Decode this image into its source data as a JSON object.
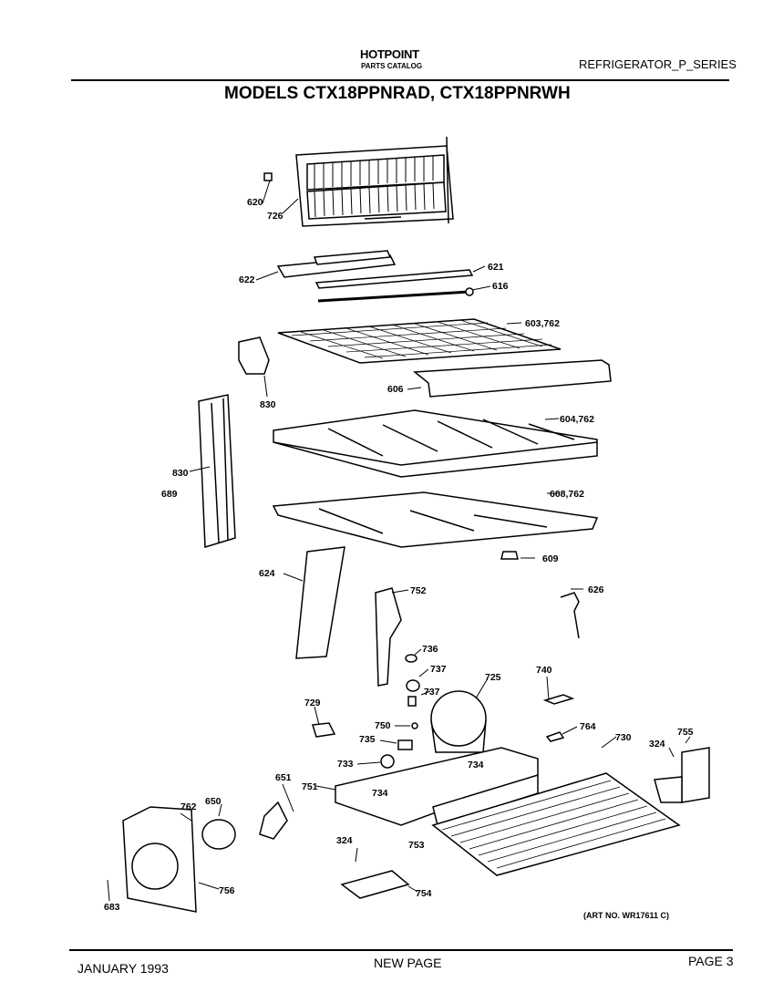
{
  "header": {
    "brand": "HOTPOINT",
    "sub_brand": "PARTS CATALOG",
    "series": "REFRIGERATOR_P_SERIES",
    "models_title": "MODELS CTX18PPNRAD, CTX18PPNRWH"
  },
  "art_number": "(ART NO. WR17611 C)",
  "footer": {
    "date": "JANUARY 1993",
    "note": "NEW PAGE",
    "page": "PAGE 3"
  },
  "part_labels": {
    "p620": "620",
    "p726": "726",
    "p622": "622",
    "p621": "621",
    "p616": "616",
    "p603": "603,762",
    "p606": "606",
    "p830a": "830",
    "p604": "604,762",
    "p830b": "830",
    "p689": "689",
    "p608": "608,762",
    "p609": "609",
    "p624": "624",
    "p752": "752",
    "p626": "626",
    "p736": "736",
    "p737a": "737",
    "p737b": "737",
    "p725": "725",
    "p740": "740",
    "p729": "729",
    "p750": "750",
    "p735": "735",
    "p764": "764",
    "p730": "730",
    "p324a": "324",
    "p755": "755",
    "p733": "733",
    "p651": "651",
    "p751": "751",
    "p734a": "734",
    "p734b": "734",
    "p762": "762",
    "p650": "650",
    "p753": "753",
    "p324b": "324",
    "p756": "756",
    "p754": "754",
    "p683": "683"
  }
}
